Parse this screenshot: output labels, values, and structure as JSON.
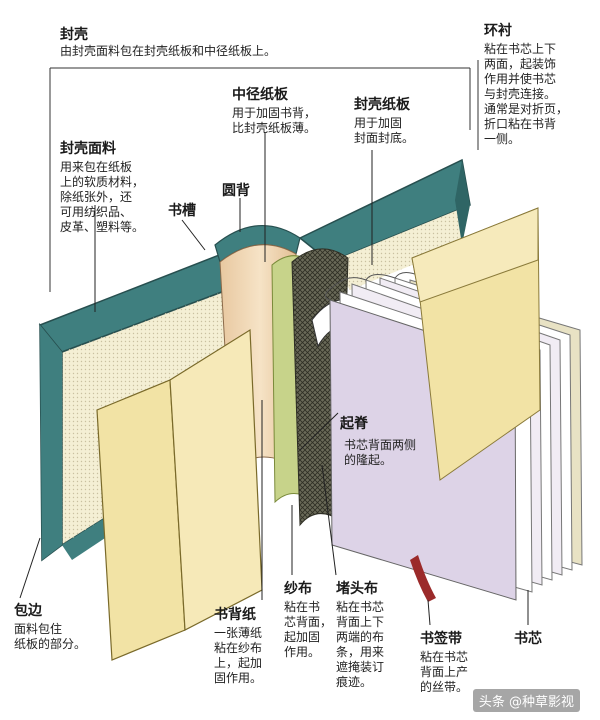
{
  "labels": {
    "cover": {
      "title": "封壳",
      "desc": "由封壳面料包在封壳纸板和中径纸板上。"
    },
    "endpaper": {
      "title": "环衬",
      "desc": "粘在书芯上下\n两面，起装饰\n作用并使书芯\n与封壳连接。\n通常是对折页，\n折口粘在书背\n一侧。"
    },
    "middle_board": {
      "title": "中径纸板",
      "desc": "用于加固书背，\n比封壳纸板薄。"
    },
    "cover_board": {
      "title": "封壳纸板",
      "desc": "用于加固\n封面封底。"
    },
    "cover_material": {
      "title": "封壳面料",
      "desc": "用来包在纸板\n上的软质材料，\n除纸张外，还\n可用纺织品、\n皮革、塑料等。"
    },
    "groove": {
      "title": "书槽"
    },
    "round_spine": {
      "title": "圆背"
    },
    "ridge": {
      "title": "起脊",
      "desc": "书芯背面两侧\n的隆起。"
    },
    "turn_in": {
      "title": "包边",
      "desc": "面料包住\n纸板的部分。"
    },
    "spine_paper": {
      "title": "书背纸",
      "desc": "一张薄纸\n粘在纱布\n上，起加\n固作用。"
    },
    "gauze": {
      "title": "纱布",
      "desc": "粘在书\n芯背面，\n起加固\n作用。"
    },
    "headband": {
      "title": "堵头布",
      "desc": "粘在书芯\n背面上下\n两端的布\n条，用来\n遮掩装订\n痕迹。"
    },
    "bookmark": {
      "title": "书签带",
      "desc": "粘在书芯\n背面上产\n的丝带。"
    },
    "book_block": {
      "title": "书芯"
    }
  },
  "watermark": "头条 @种草影视",
  "colors": {
    "cover_teal": "#3f7f7f",
    "board_cream": "#f4efd4",
    "endpaper_yellow": "#f2e3a5",
    "spine_green": "#c7d38a",
    "page_lilac": "#ddd3e7",
    "bookmark_red": "#9b2a2a"
  }
}
